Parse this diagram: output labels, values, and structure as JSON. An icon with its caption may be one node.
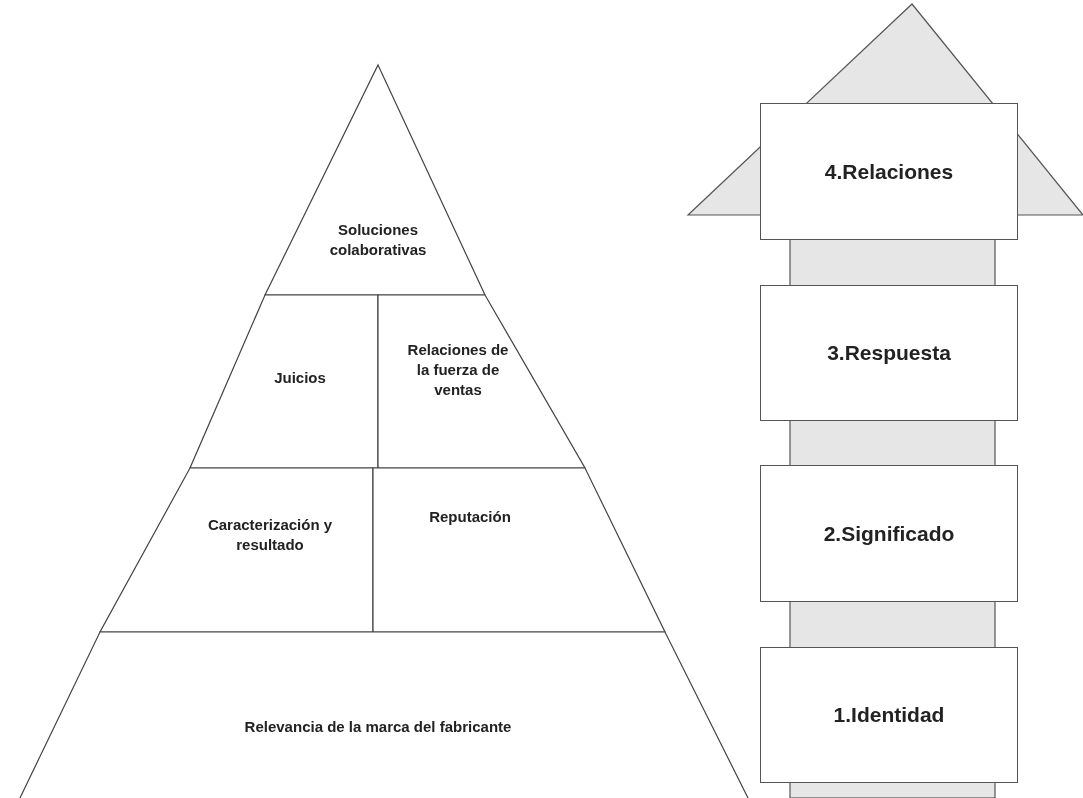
{
  "diagram": {
    "nodes": [
      {
        "text": [
          "Soluciones colaborativas"
        ]
      },
      {
        "text": [
          "Juicios"
        ]
      },
      {
        "text": [
          "Relaciones de la fuerza de ventas"
        ]
      },
      {
        "text": [
          "Caracterización y resultado"
        ]
      },
      {
        "text": [
          "Reputación"
        ]
      },
      {
        "text": [
          "Relevancia de la marca del fabricante"
        ]
      },
      {
        "text": [
          "4.Relaciones"
        ]
      },
      {
        "text": [
          "3.Respuesta"
        ]
      },
      {
        "text": [
          "2.Significado"
        ]
      },
      {
        "text": [
          "1.Identidad"
        ]
      }
    ],
    "edges": []
  }
}
